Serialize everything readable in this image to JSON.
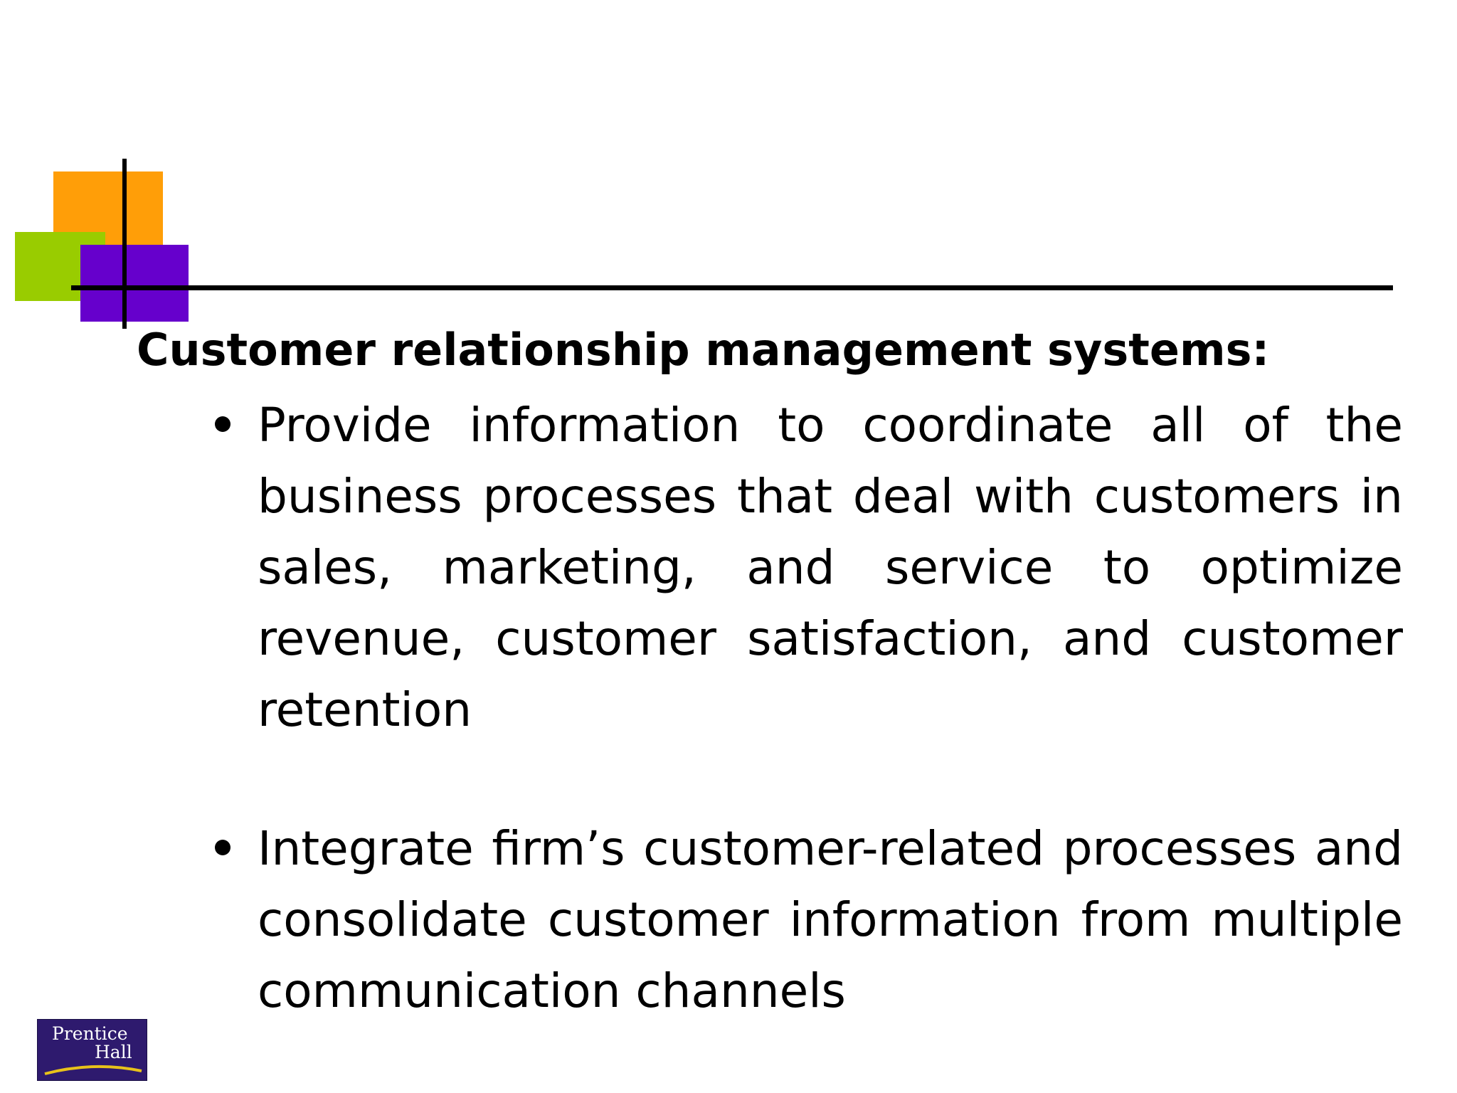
{
  "slide": {
    "title": "Customer relationship management systems:",
    "bullets": [
      {
        "text": "Provide information to coordinate all of the business processes that deal with customers in sales, marketing, and service to optimize revenue, customer satisfaction, and customer retention"
      },
      {
        "text": "Integrate firm’s customer-related processes and consolidate customer information from multiple communication channels"
      }
    ]
  },
  "decoration": {
    "colors": {
      "orange": "#FF9E08",
      "green": "#99CC00",
      "purple": "#6600CC",
      "rule": "#000000"
    }
  },
  "logo": {
    "line1": "Prentice",
    "line2": "Hall",
    "background": "#2E1A6E",
    "swoosh_color": "#E8C21A"
  }
}
